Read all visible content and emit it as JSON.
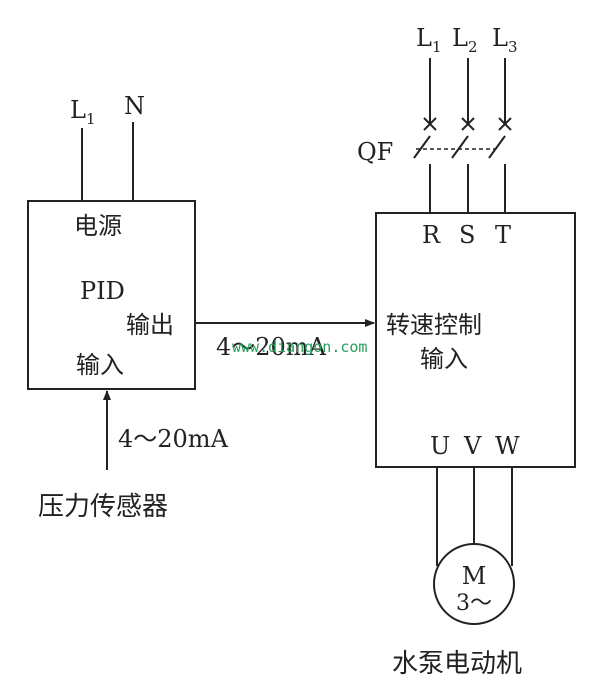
{
  "left_supply": {
    "phase": "L",
    "phase_sub": "1",
    "neutral": "N"
  },
  "controller": {
    "power_label": "电源",
    "pid_label": "PID",
    "output_label": "输出",
    "input_label": "输入"
  },
  "signal_in_label": "4～20mA",
  "signal_out_label": "4～20mA",
  "sensor_label": "压力传感器",
  "right_supply": {
    "phase1": "L",
    "phase1_sub": "1",
    "phase2": "L",
    "phase2_sub": "2",
    "phase3": "L",
    "phase3_sub": "3"
  },
  "breaker_label": "QF",
  "inverter": {
    "terminal_r": "R",
    "terminal_s": "S",
    "terminal_t": "T",
    "speed_label": "转速控制",
    "input_label": "输入",
    "terminal_u": "U",
    "terminal_v": "V",
    "terminal_w": "W"
  },
  "motor": {
    "letter": "M",
    "phase": "3～"
  },
  "motor_caption": "水泵电动机",
  "watermark": "www.diangon.com",
  "colors": {
    "line": "#222222",
    "watermark": "#2a9d5c",
    "background": "#ffffff"
  }
}
